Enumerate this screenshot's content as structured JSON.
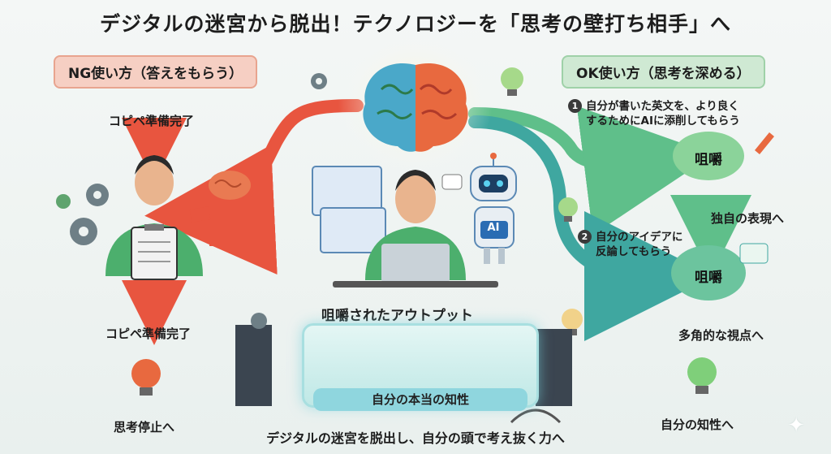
{
  "title": "デジタルの迷宮から脱出！テクノロジーを「思考の壁打ち相手」へ",
  "ng": {
    "heading": "NG使い方（答えをもらう）",
    "top_step": "コピペ準備完了",
    "bottom_step": "コピペ準備完了",
    "result": "思考停止へ"
  },
  "ok": {
    "heading": "OK使い方（思考を深める）",
    "item1_number": "1",
    "item1_line1": "自分が書いた英文を、より良く",
    "item1_line2": "するためにAIに添削してもらう",
    "bubble1": "咀嚼",
    "result1": "独自の表現へ",
    "item2_number": "2",
    "item2_line1": "自分のアイデアに",
    "item2_line2": "反論してもらう",
    "bubble2": "咀嚼",
    "result2": "多角的な視点へ",
    "final": "自分の知性へ"
  },
  "center": {
    "robot_badge": "AI",
    "output_heading": "咀嚼されたアウトプット",
    "output_label": "自分の本当の知性",
    "footer": "デジタルの迷宮を脱出し、自分の頭で考え抜く力へ"
  },
  "colors": {
    "ng_red": "#e8553f",
    "ok_green": "#5fbf8a",
    "ok_teal": "#3fa7a0",
    "brain_left": "#4aa8c9",
    "brain_right": "#e8693f"
  }
}
